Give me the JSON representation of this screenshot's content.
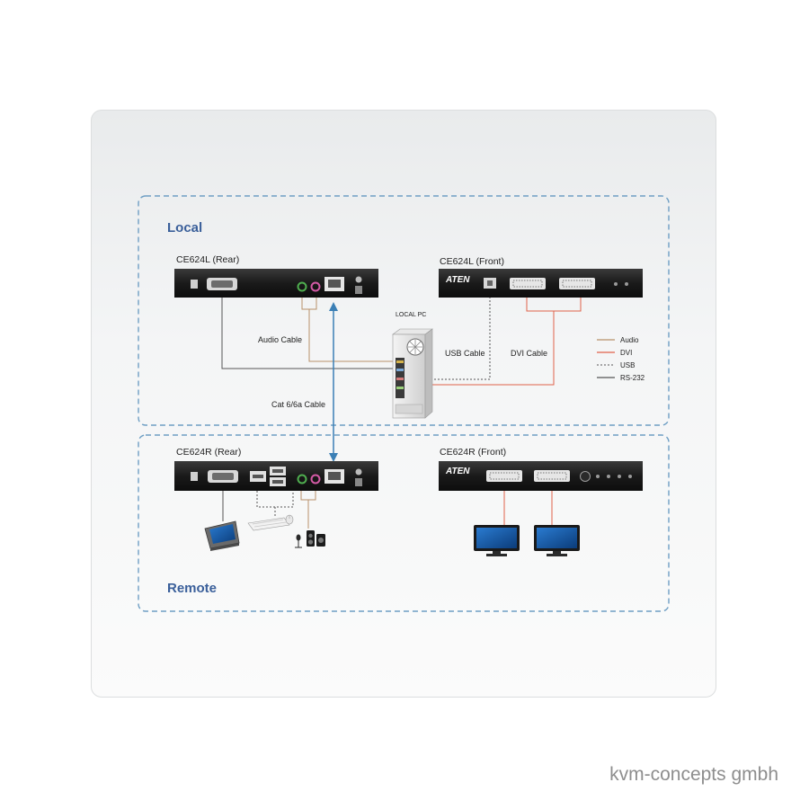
{
  "zones": {
    "local": "Local",
    "remote": "Remote"
  },
  "devices": {
    "local_rear": "CE624L (Rear)",
    "local_front": "CE624L (Front)",
    "remote_rear": "CE624R (Rear)",
    "remote_front": "CE624R (Front)",
    "local_pc": "LOCAL PC",
    "brand": "ATEN"
  },
  "cables": {
    "audio": "Audio Cable",
    "usb": "USB Cable",
    "dvi": "DVI Cable",
    "cat": "Cat 6/6a Cable"
  },
  "legend": [
    {
      "label": "Audio",
      "color": "#b8916a",
      "style": "solid"
    },
    {
      "label": "DVI",
      "color": "#e0624a",
      "style": "solid"
    },
    {
      "label": "USB",
      "color": "#555555",
      "style": "dashed"
    },
    {
      "label": "RS-232",
      "color": "#555555",
      "style": "solid"
    }
  ],
  "colors": {
    "zone_border": "#6e9ec4",
    "zone_title": "#3a5f9a",
    "cat_cable": "#3b7fb5",
    "device_body": "#1c1c1c"
  },
  "watermark": "kvm-concepts gmbh"
}
